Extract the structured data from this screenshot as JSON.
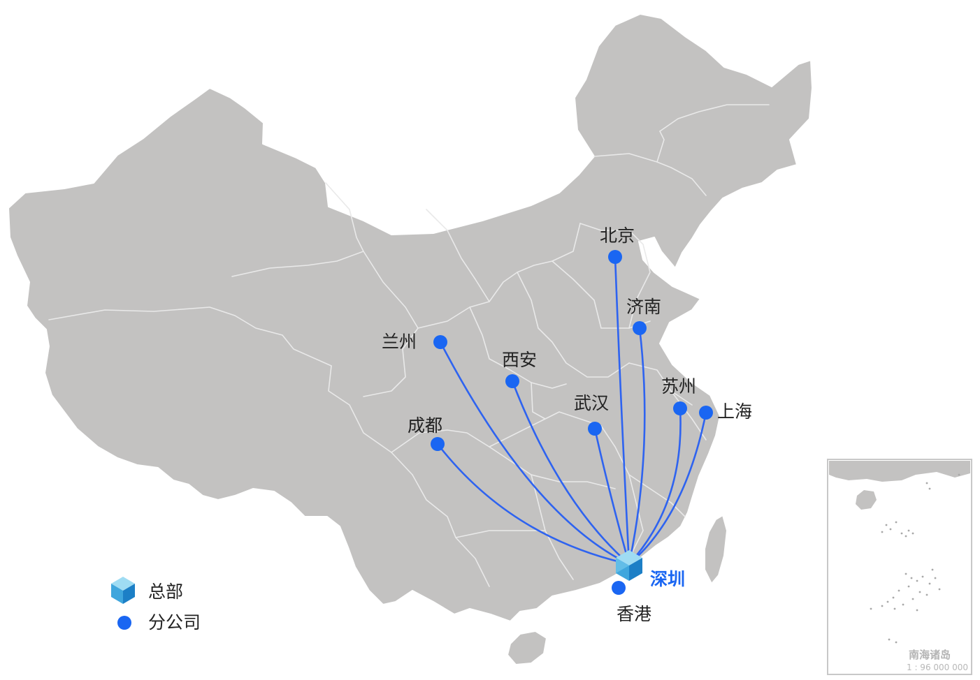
{
  "legend": {
    "hq_label": "总部",
    "branch_label": "分公司",
    "hq_icon": "cube-icon",
    "branch_icon": "dot-icon"
  },
  "headquarters": {
    "name": "深圳",
    "color": "#1a66f2"
  },
  "branches": [
    {
      "id": "beijing",
      "name": "北京"
    },
    {
      "id": "jinan",
      "name": "济南"
    },
    {
      "id": "lanzhou",
      "name": "兰州"
    },
    {
      "id": "xian",
      "name": "西安"
    },
    {
      "id": "wuhan",
      "name": "武汉"
    },
    {
      "id": "suzhou",
      "name": "苏州"
    },
    {
      "id": "shanghai",
      "name": "上海"
    },
    {
      "id": "chengdu",
      "name": "成都"
    },
    {
      "id": "hongkong",
      "name": "香港"
    }
  ],
  "inset": {
    "title": "南海诸岛",
    "scale": "1 : 96 000 000"
  },
  "colors": {
    "land": "#c3c2c1",
    "route": "#2e63f0",
    "branch_dot": "#1a66f2",
    "cube_top": "#9fdcf3",
    "cube_left": "#3fa6dd",
    "cube_right": "#1c7fc6"
  }
}
